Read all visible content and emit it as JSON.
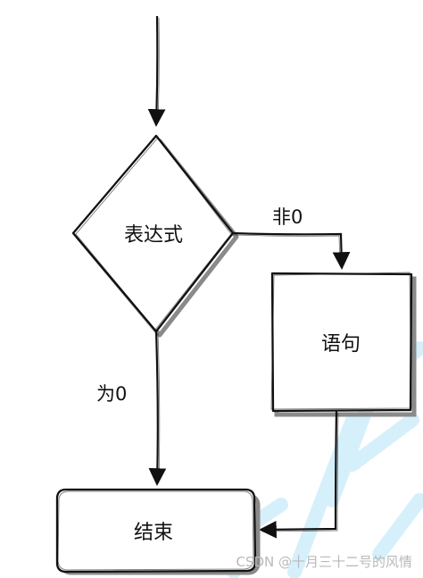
{
  "nodes": {
    "decision": {
      "label": "表达式"
    },
    "statement": {
      "label": "语句"
    },
    "end": {
      "label": "结束"
    }
  },
  "edges": {
    "nonzero": {
      "label": "非0"
    },
    "zero": {
      "label": "为0"
    }
  },
  "watermark": {
    "text": "CSDN @十月三十二号的风情"
  },
  "colors": {
    "stroke": "#111111",
    "shadow": "#8a8a8a",
    "watermark_mark": "#d6f0fb"
  }
}
